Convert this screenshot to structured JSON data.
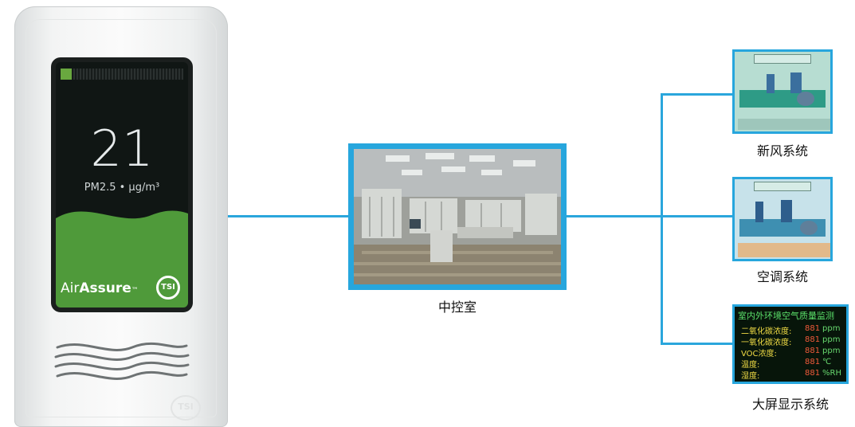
{
  "sensor": {
    "reading": "21",
    "unit": "PM2.5 • µg/m³",
    "brand_light": "Air",
    "brand_bold": "Assure",
    "brand_tm": "™",
    "logo": "TSI"
  },
  "nodes": {
    "control_room": {
      "label": "中控室"
    },
    "fresh_air": {
      "label": "新风系统"
    },
    "hvac": {
      "label": "空调系统"
    },
    "display": {
      "label": "大屏显示系统",
      "screen_title": "室内外环境空气质量监测",
      "rows": [
        {
          "name": "二氧化碳浓度:",
          "value": "881",
          "unit": "ppm"
        },
        {
          "name": "一氧化碳浓度:",
          "value": "881",
          "unit": "ppm"
        },
        {
          "name": "VOC浓度:",
          "value": "881",
          "unit": "ppm"
        },
        {
          "name": "温度:",
          "value": "881",
          "unit": "℃"
        },
        {
          "name": "湿度:",
          "value": "881",
          "unit": "%RH"
        }
      ]
    }
  },
  "colors": {
    "connector": "#2aa6dc",
    "frame": "#27a6dd",
    "screen_green": "#4f9a3a"
  }
}
